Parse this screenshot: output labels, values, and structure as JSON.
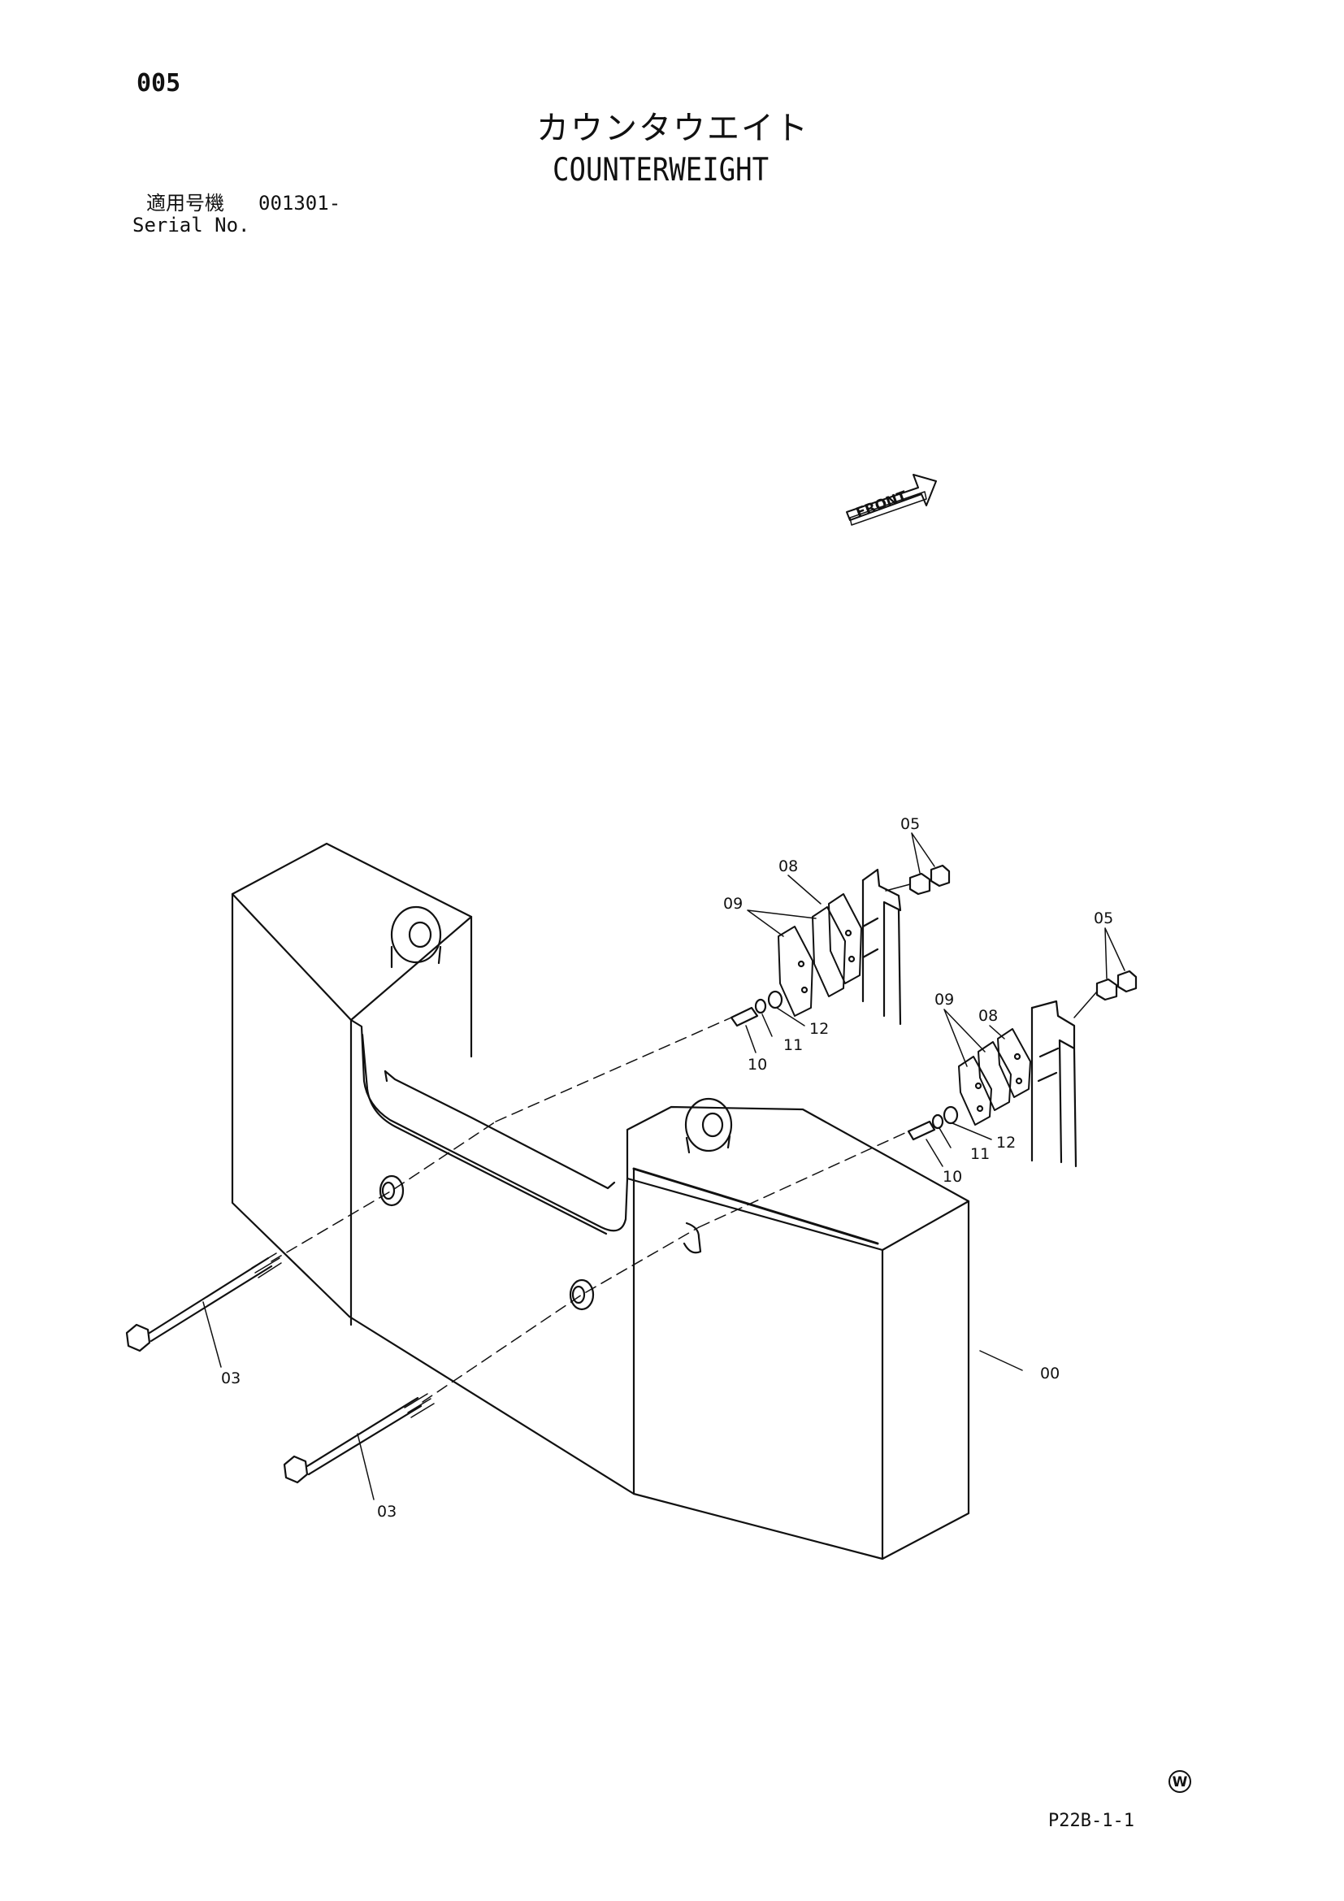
{
  "header": {
    "page_number": "005",
    "title_jp": "カウンタウエイト",
    "title_en": "COUNTERWEIGHT",
    "serial_label_jp": "適用号機",
    "serial_value": "001301-",
    "serial_label_en": "Serial No."
  },
  "diagram": {
    "front_arrow_text": "FRONT",
    "callouts": {
      "c00": "00",
      "c03a": "03",
      "c03b": "03",
      "c05a": "05",
      "c05b": "05",
      "c08a": "08",
      "c08b": "08",
      "c09a": "09",
      "c09b": "09",
      "c10a": "10",
      "c10b": "10",
      "c11a": "11",
      "c11b": "11",
      "c12a": "12",
      "c12b": "12"
    }
  },
  "footer": {
    "watermark_symbol": "W",
    "page_code": "P22B-1-1"
  }
}
